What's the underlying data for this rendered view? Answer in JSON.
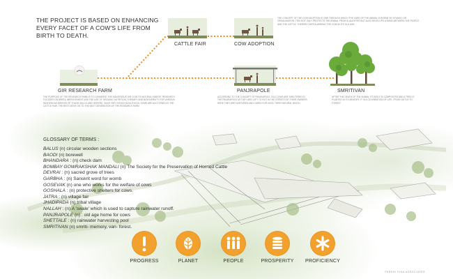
{
  "headline": "The project is based on enhancing every facet of a cow's life from birth to death.",
  "stations": [
    {
      "id": "gir",
      "label": "Gir Research Farm",
      "caption": "The purpose of the research farm is to conserve the indigenous gir cow to natural habitat. Research focuses on breed improvement and the use of organic nutrition, therapy and biodiversity for various indigenous breeds of young bulls and heifers. Once they reach adulthood, some are auctioned at the cattle fair, the rest move on to the next generation of the research farm."
    },
    {
      "id": "fair",
      "label": "Cattle Fair",
      "caption": ""
    },
    {
      "id": "adoption",
      "label": "Cow Adoption",
      "caption": "The concept of the cow adoption is one through which the care of the animal is borne by a family or organisation. This not only protects the animal from slaughter but also develops a bond between the people and the cattle, thereby safeguarding the cow in its old age."
    },
    {
      "id": "panjrapole",
      "label": "Panjrapole",
      "caption": "According to the concept of Panjrapole, old cows are sheltered in the panjrapole as they are left to rot in the streets by their owners. Here they are nurtured and cared for until their natural death."
    },
    {
      "id": "smritivan",
      "label": "Smritivan",
      "caption": "After the death of the animal its body is composted and a tree is planted in its memory. It is a celebration of life, from cattle to forest."
    }
  ],
  "glossary": {
    "heading": "GLOSSARY OF TERMS :",
    "entries": [
      {
        "term": "BALUS",
        "def": "(n) circular wooden sections"
      },
      {
        "term": "BAODI",
        "def": "(n) borewell"
      },
      {
        "term": "BHANDARA",
        "def": ": (n) check dam"
      },
      {
        "term": "BOMBAY GOWRAKSHAK MANDALI",
        "def": "(n) The Society for the Preservation of Horned Cattle"
      },
      {
        "term": "DEVRAI",
        "def": ": (n) sacred grove of trees"
      },
      {
        "term": "GARBHA",
        "def": ": (n) Sanskrit word for womb"
      },
      {
        "term": "GOSEVAK",
        "def": "(n) one who works for the welfare of cows"
      },
      {
        "term": "GOSHALA",
        "def": ": (n) protective shelters for cows."
      },
      {
        "term": "JATRA",
        "def": ": (n) village fair"
      },
      {
        "term": "JHADIPADA",
        "def": "(n) tribal village"
      },
      {
        "term": "NALLAH",
        "def": ": (n) A 'swale' which is used to capture rainwater runoff."
      },
      {
        "term": "PANJRAPOLE",
        "def": "(n) : old age home for cows"
      },
      {
        "term": "SHETTALE",
        "def": ": (n) rainwater harvesting pool"
      },
      {
        "term": "SMRITIVAN",
        "def": "(n) smriti- memory, van- forest."
      }
    ]
  },
  "pillars": [
    {
      "label": "PROGRESS",
      "icon": "exclamation-icon"
    },
    {
      "label": "PLANET",
      "icon": "leaf-icon"
    },
    {
      "label": "PEOPLE",
      "icon": "people-icon"
    },
    {
      "label": "PROSPERITY",
      "icon": "coins-icon"
    },
    {
      "label": "PROFICIENCY",
      "icon": "asterisk-icon"
    }
  ],
  "footer": "PARSHI SINA ASSOCIATES",
  "colors": {
    "accent": "#f2a12e",
    "connector": "#f08a1c",
    "ground": "#8a9a6a",
    "tree": "#6bab3c"
  }
}
